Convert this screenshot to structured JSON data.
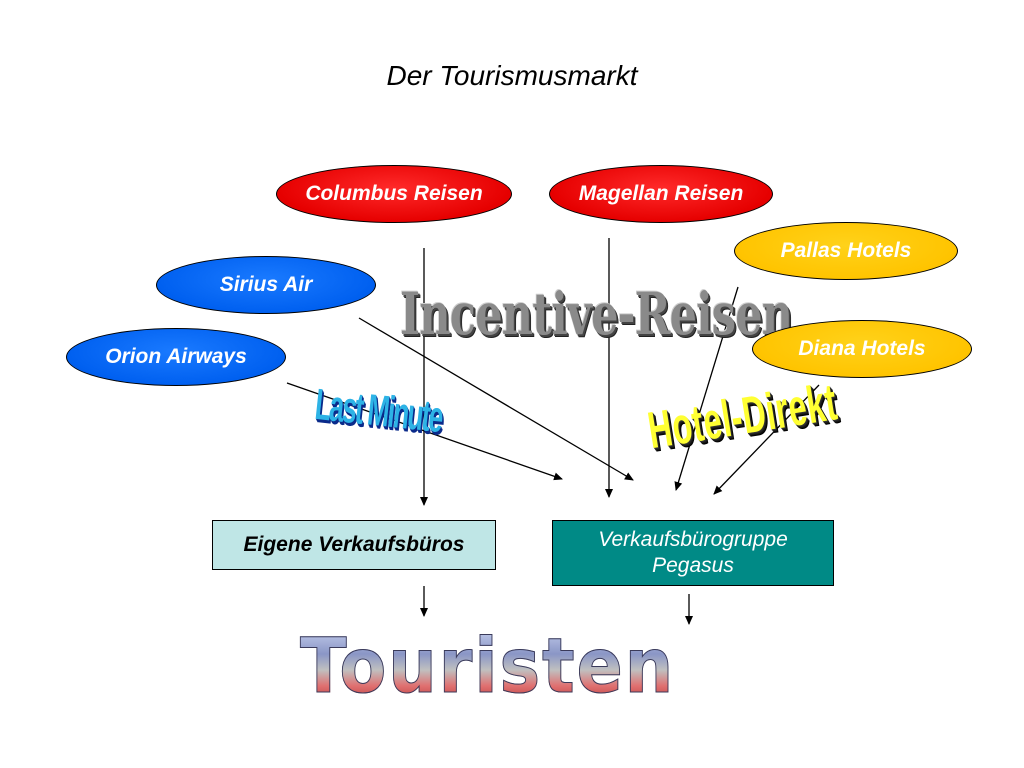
{
  "title": "Der Tourismusmarkt",
  "nodes": {
    "columbus": "Columbus Reisen",
    "magellan": "Magellan Reisen",
    "pallas": "Pallas Hotels",
    "sirius": "Sirius Air",
    "orion": "Orion Airways",
    "diana": "Diana Hotels"
  },
  "boxes": {
    "eigene": "Eigene Verkaufsbüros",
    "pegasus_line1": "Verkaufsbürogruppe",
    "pegasus_line2": "Pegasus"
  },
  "wordart": {
    "incentive": "Incentive-Reisen",
    "lastminute": "Last Minute",
    "hoteldirekt": "Hotel-Direkt",
    "touristen": "Touristen"
  },
  "colors": {
    "red": "#e60000",
    "blue": "#0060f0",
    "yellow": "#ffc400",
    "light_box": "#bfe6e6",
    "teal_box": "#008a86"
  }
}
